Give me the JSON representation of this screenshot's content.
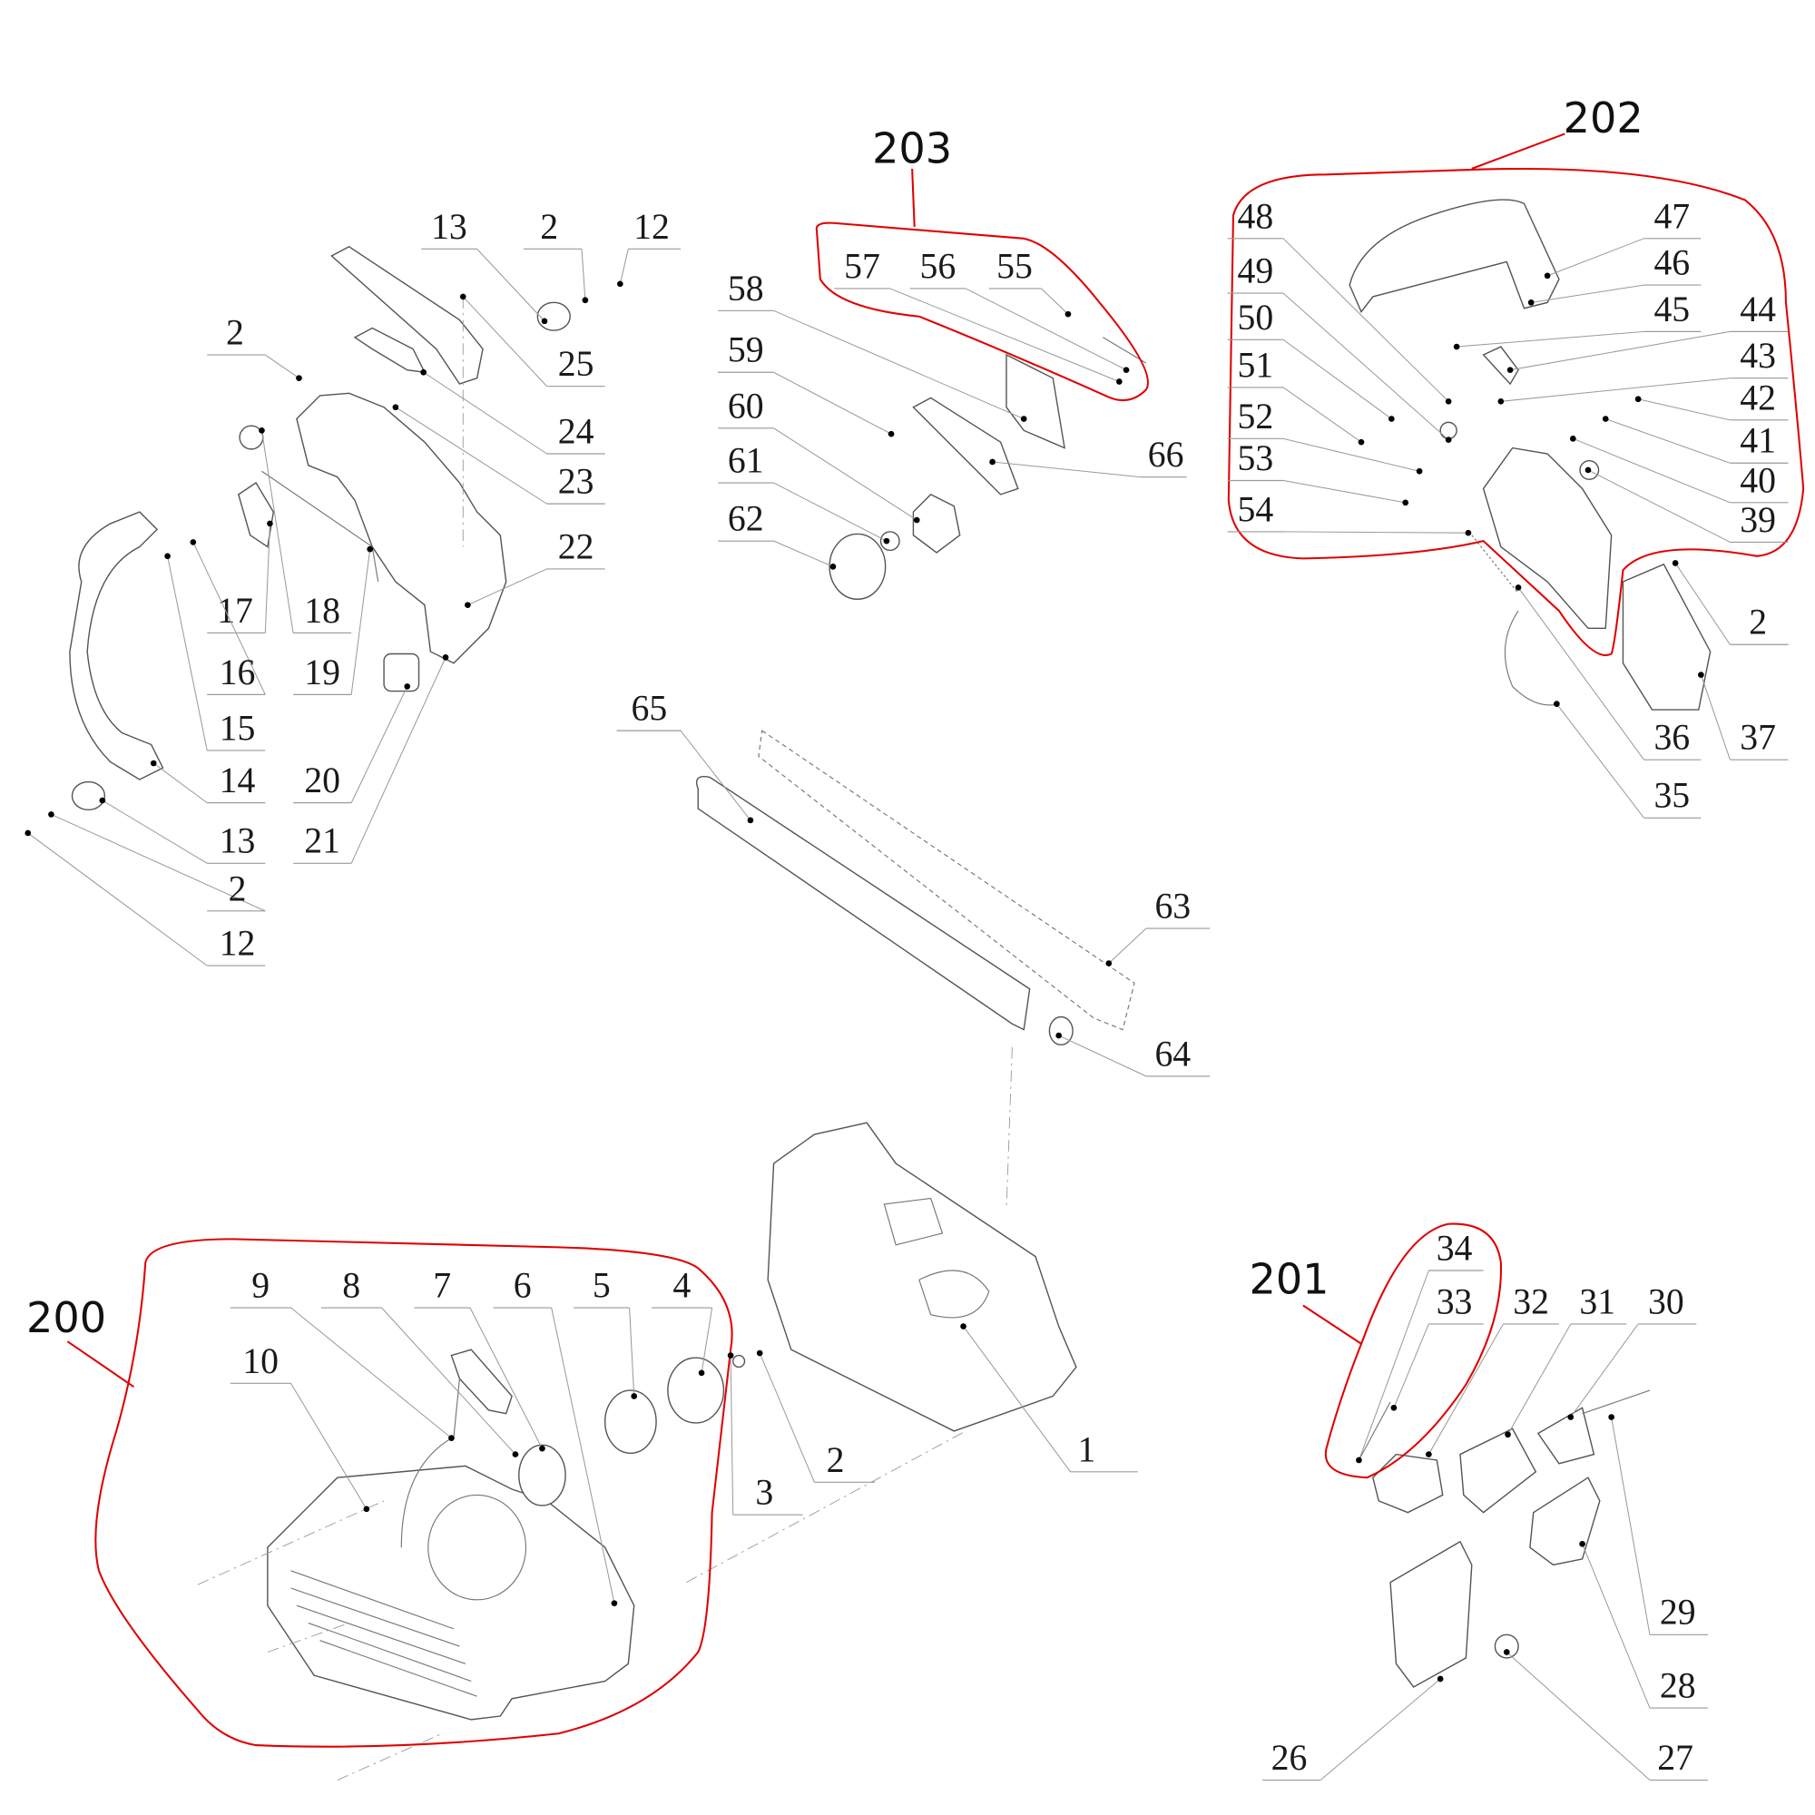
{
  "diagram": {
    "type": "exploded-parts-view",
    "part_labels": [
      "13",
      "2",
      "12",
      "2",
      "25",
      "24",
      "23",
      "22",
      "17",
      "18",
      "16",
      "19",
      "15",
      "14",
      "20",
      "13",
      "21",
      "2",
      "12",
      "57",
      "56",
      "55",
      "58",
      "59",
      "60",
      "61",
      "62",
      "66",
      "48",
      "49",
      "50",
      "51",
      "52",
      "53",
      "54",
      "47",
      "46",
      "45",
      "44",
      "43",
      "42",
      "41",
      "40",
      "39",
      "2",
      "37",
      "36",
      "35",
      "65",
      "63",
      "64",
      "1",
      "2",
      "3",
      "9",
      "8",
      "7",
      "6",
      "5",
      "4",
      "10",
      "34",
      "33",
      "32",
      "31",
      "30",
      "29",
      "28",
      "27",
      "26"
    ],
    "group_labels": [
      "200",
      "201",
      "202",
      "203"
    ],
    "group_outline_color": "#e00000"
  }
}
